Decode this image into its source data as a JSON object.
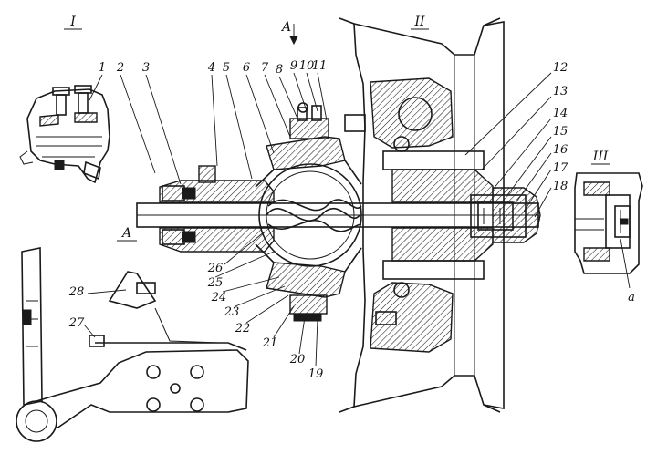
{
  "figure": {
    "section_labels": {
      "detail_1": "I",
      "detail_2": "II",
      "detail_3": "III",
      "section_a_top": "A",
      "section_a_left": "A"
    },
    "callouts": [
      {
        "id": "c1",
        "text": "1"
      },
      {
        "id": "c2",
        "text": "2"
      },
      {
        "id": "c3",
        "text": "3"
      },
      {
        "id": "c4",
        "text": "4"
      },
      {
        "id": "c5",
        "text": "5"
      },
      {
        "id": "c6",
        "text": "6"
      },
      {
        "id": "c7",
        "text": "7"
      },
      {
        "id": "c8",
        "text": "8"
      },
      {
        "id": "c9",
        "text": "9"
      },
      {
        "id": "c10",
        "text": "10"
      },
      {
        "id": "c11",
        "text": "11"
      },
      {
        "id": "c12",
        "text": "12"
      },
      {
        "id": "c13",
        "text": "13"
      },
      {
        "id": "c14",
        "text": "14"
      },
      {
        "id": "c15",
        "text": "15"
      },
      {
        "id": "c16",
        "text": "16"
      },
      {
        "id": "c17",
        "text": "17"
      },
      {
        "id": "c18",
        "text": "18"
      },
      {
        "id": "c19",
        "text": "19"
      },
      {
        "id": "c20",
        "text": "20"
      },
      {
        "id": "c21",
        "text": "21"
      },
      {
        "id": "c22",
        "text": "22"
      },
      {
        "id": "c23",
        "text": "23"
      },
      {
        "id": "c24",
        "text": "24"
      },
      {
        "id": "c25",
        "text": "25"
      },
      {
        "id": "c26",
        "text": "26"
      },
      {
        "id": "c27",
        "text": "27"
      },
      {
        "id": "c28",
        "text": "28"
      },
      {
        "id": "ca",
        "text": "a"
      }
    ]
  }
}
